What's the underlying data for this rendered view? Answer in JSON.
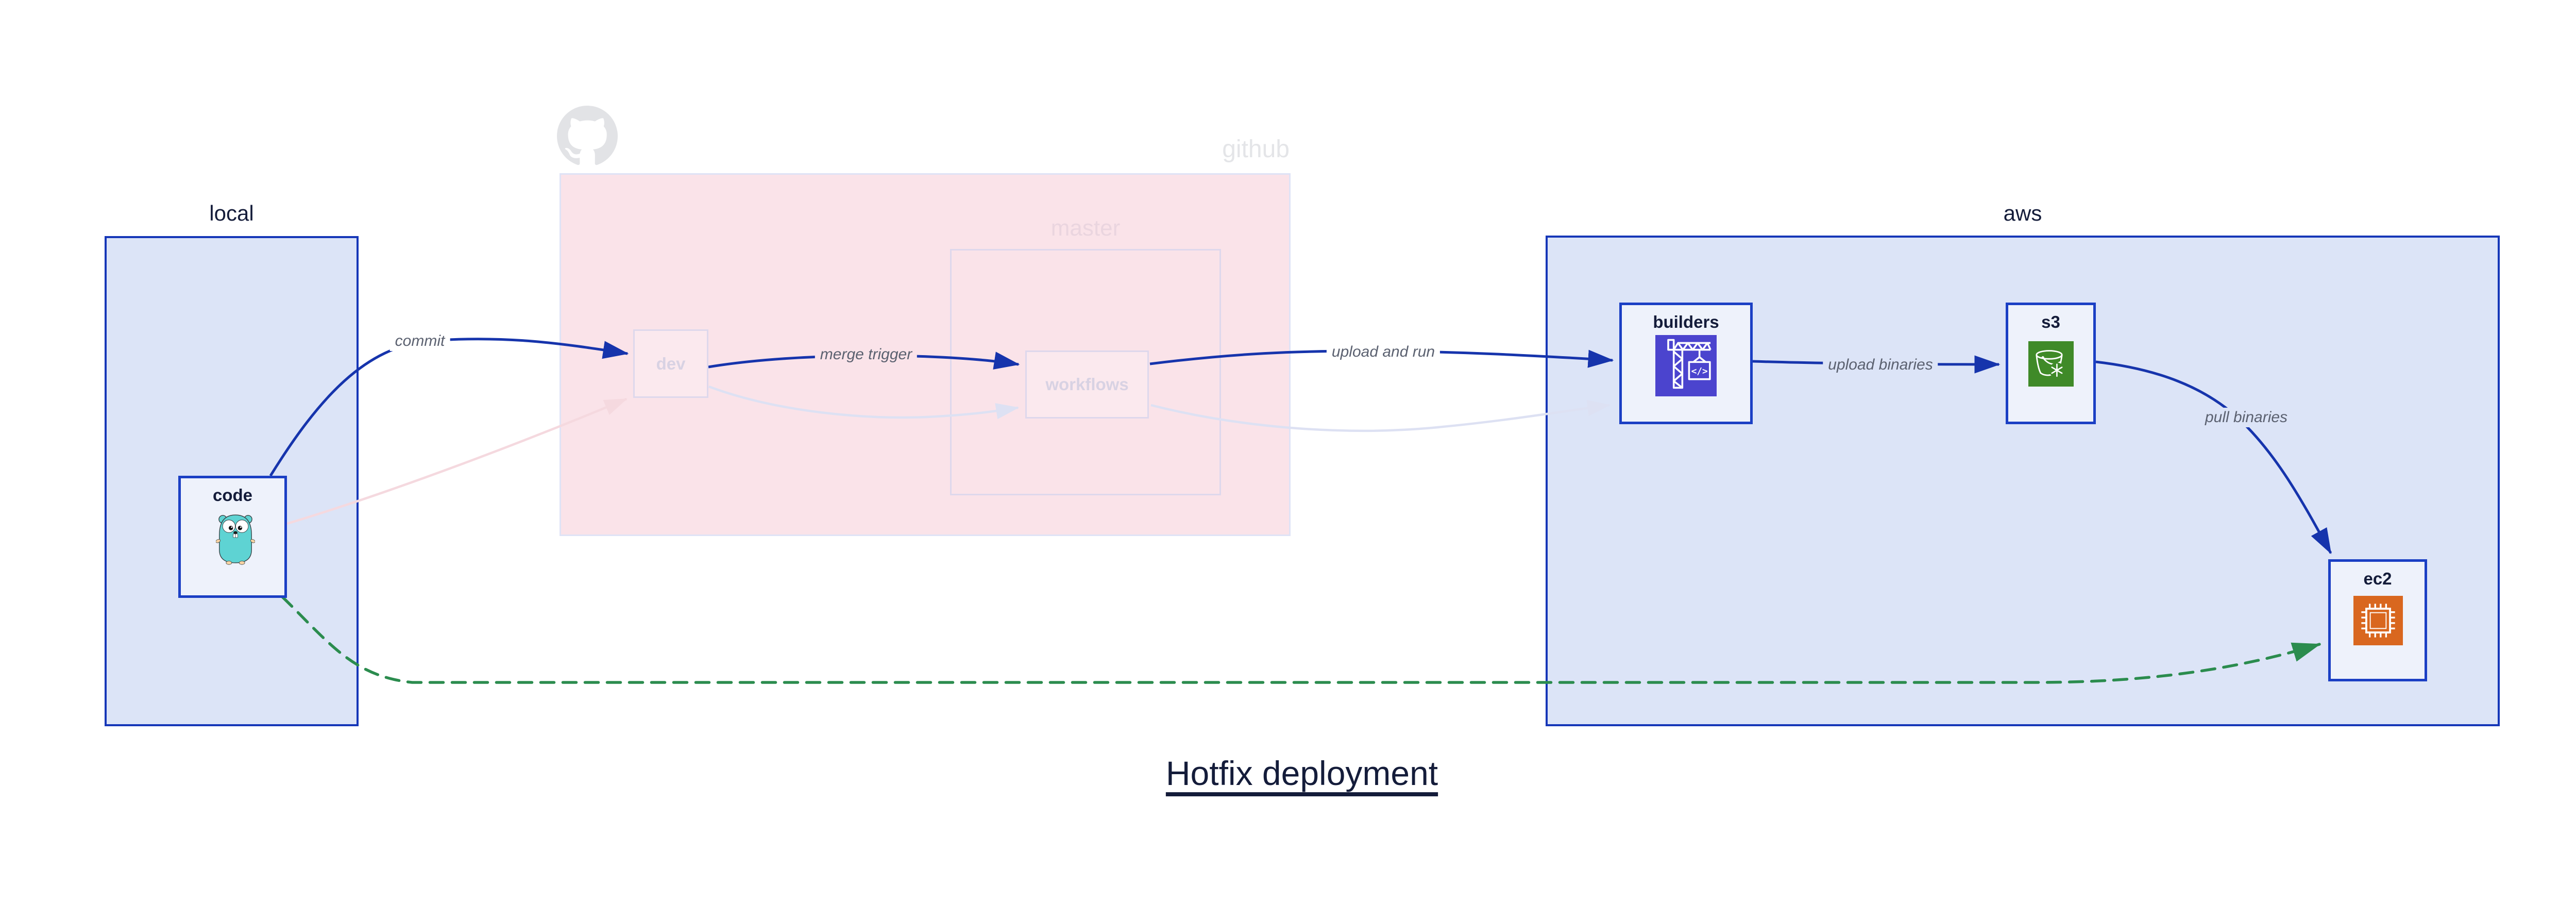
{
  "diagram": {
    "title": "Hotfix deployment",
    "type": "architecture-flow-diagram"
  },
  "containers": {
    "local": {
      "label": "local"
    },
    "github": {
      "label": "github",
      "logo": "github-octocat-logo",
      "state": "faded"
    },
    "master": {
      "label": "master",
      "state": "faded"
    },
    "aws": {
      "label": "aws"
    }
  },
  "nodes": {
    "code": {
      "label": "code",
      "icon": "go-gopher-icon",
      "state": "active"
    },
    "dev": {
      "label": "dev",
      "icon": "",
      "state": "faded"
    },
    "workflows": {
      "label": "workflows",
      "icon": "",
      "state": "faded"
    },
    "builders": {
      "label": "builders",
      "icon": "aws-codebuild-crane-icon",
      "state": "active"
    },
    "s3": {
      "label": "s3",
      "icon": "aws-s3-glacier-bucket-icon",
      "state": "active"
    },
    "ec2": {
      "label": "ec2",
      "icon": "aws-ec2-chip-icon",
      "state": "active"
    }
  },
  "edges": [
    {
      "from": "code",
      "to": "dev",
      "label": "commit",
      "style": "solid-blue"
    },
    {
      "from": "dev",
      "to": "workflows",
      "label": "merge trigger",
      "style": "solid-blue"
    },
    {
      "from": "workflows",
      "to": "builders",
      "label": "upload and run",
      "style": "solid-blue"
    },
    {
      "from": "builders",
      "to": "s3",
      "label": "upload binaries",
      "style": "solid-blue"
    },
    {
      "from": "s3",
      "to": "ec2",
      "label": "pull binaries",
      "style": "solid-blue"
    },
    {
      "from": "code",
      "to": "ec2",
      "label": "",
      "style": "dashed-green"
    },
    {
      "from": "code",
      "to": "dev",
      "label": "",
      "style": "faded-pink"
    },
    {
      "from": "dev",
      "to": "workflows",
      "label": "",
      "style": "faded-lavender"
    },
    {
      "from": "workflows",
      "to": "builders",
      "label": "",
      "style": "faded-lavender"
    }
  ],
  "colors": {
    "edge-blue": "#1634ac",
    "edge-green": "#2b8c4e",
    "edge-pink": "#f5d9df",
    "edge-lav": "#dde1f3",
    "box-blue-border": "#1637b8",
    "box-blue-fill": "#dce4f7",
    "node-border": "#1b3fc4",
    "node-fill": "#eef2fb",
    "pink-fill": "#fae3e9",
    "pink-border": "#dfe3f6",
    "faded-node-fill": "#fbe9ee",
    "faded-node-border": "#ded8ec",
    "faded-text": "#d8d2e3",
    "master-text": "#ead5df",
    "github-text": "#e4e5e8",
    "octocat-gray": "#e2e3e6",
    "gray-label": "#5b6170",
    "dark-text": "#141c3a",
    "codebuild-indigo": "#4b44ce",
    "s3-green": "#3f8a28",
    "ec2-orange": "#d9671f",
    "gopher-teal": "#5ed3d3"
  }
}
